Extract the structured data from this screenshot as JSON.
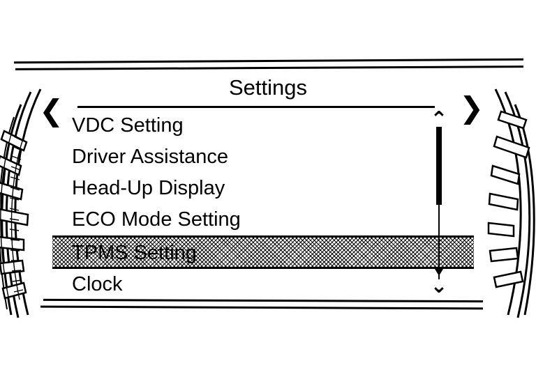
{
  "screen": {
    "title": "Settings",
    "background_color": "#ffffff",
    "ink_color": "#000000"
  },
  "nav": {
    "prev_icon": "❮",
    "prev_name": "chevron-left-icon",
    "next_icon": "❯",
    "next_name": "chevron-right-icon"
  },
  "menu": {
    "items": [
      {
        "label": "VDC Setting",
        "selected": false
      },
      {
        "label": "Driver Assistance",
        "selected": false
      },
      {
        "label": "Head-Up Display",
        "selected": false
      },
      {
        "label": "ECO Mode Setting",
        "selected": false
      },
      {
        "label": "TPMS Setting",
        "selected": true
      },
      {
        "label": "Clock",
        "selected": false
      }
    ]
  },
  "scrollbar": {
    "up_icon": "⌃",
    "down_icon": "⌄",
    "thumb_position_percent": 0,
    "visible_items": 6
  }
}
